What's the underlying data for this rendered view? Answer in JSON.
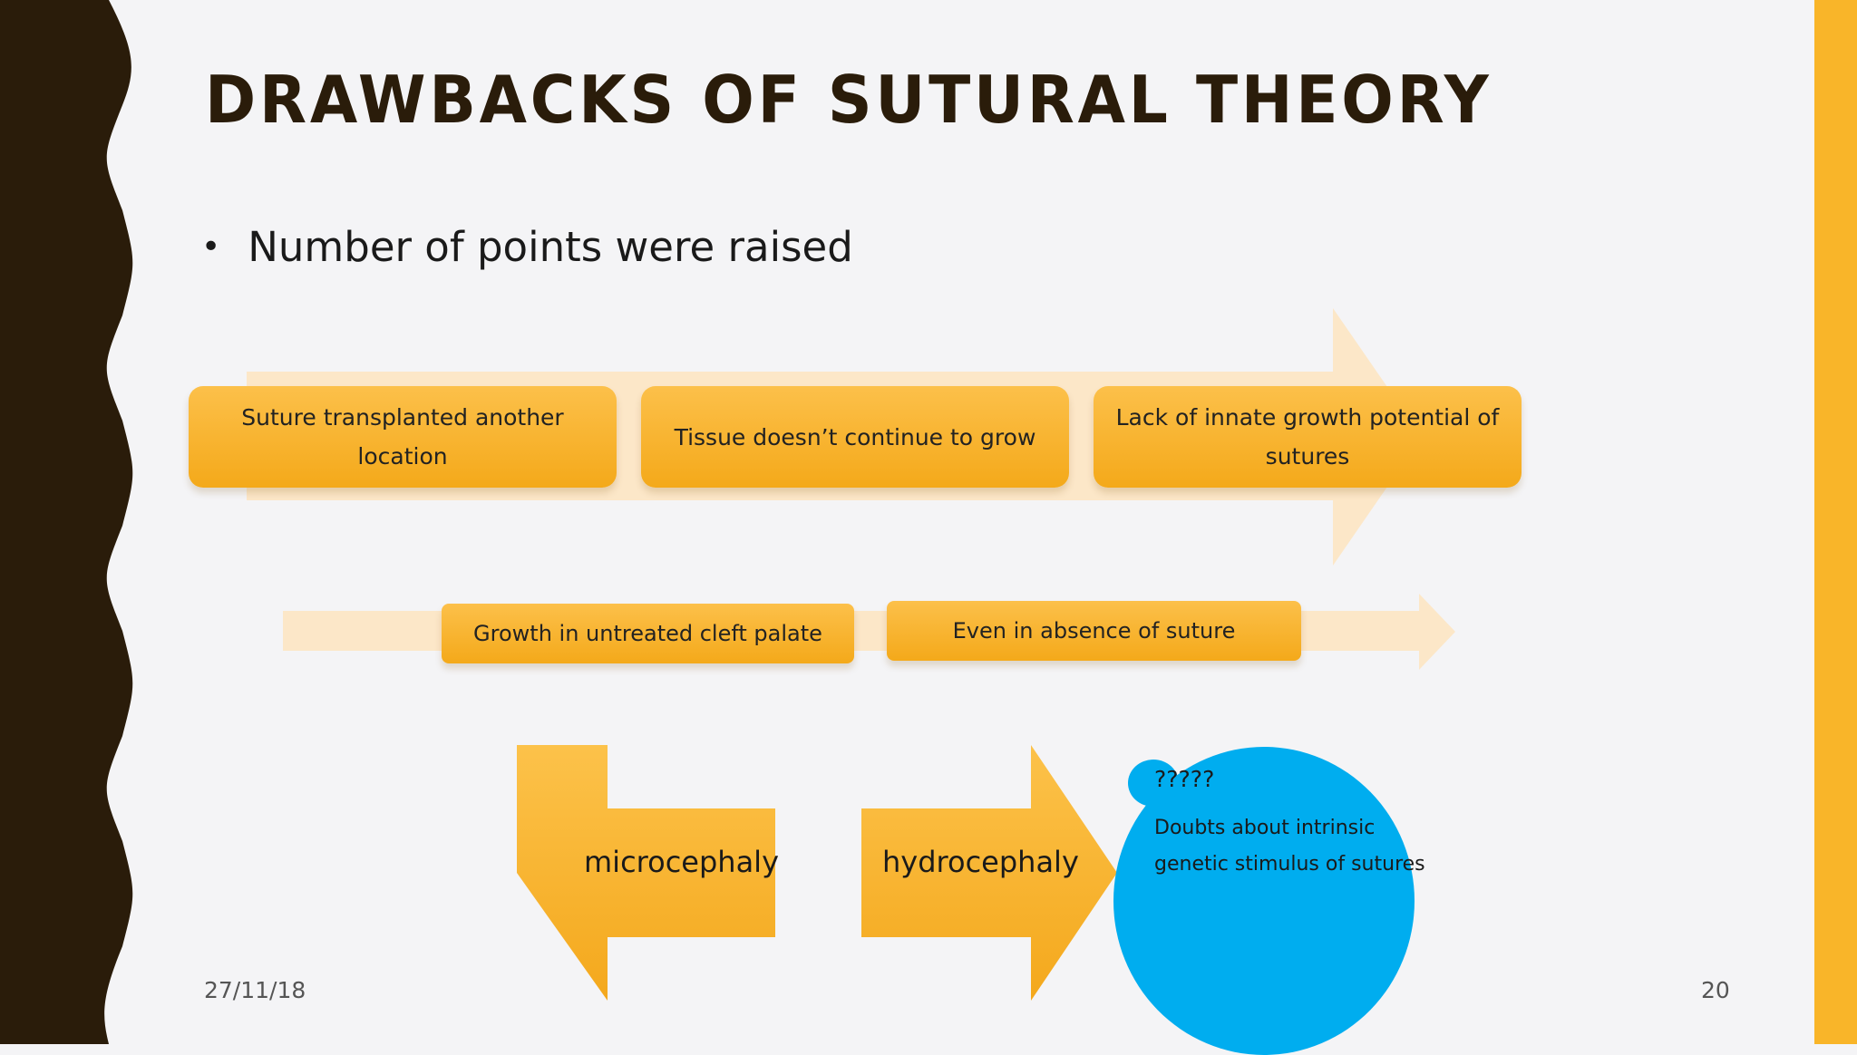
{
  "slide": {
    "title": "DRAWBACKS OF SUTURAL THEORY",
    "bullet": "Number of points were raised",
    "date": "27/11/18",
    "page_number": "20"
  },
  "process_row_1": [
    "Suture transplanted another location",
    "Tissue doesn’t continue to grow",
    "Lack of innate growth potential of sutures"
  ],
  "process_row_2": [
    "Growth in untreated cleft palate",
    "Even in absence of suture"
  ],
  "arrows": {
    "left": "microcephaly",
    "right": "hydrocephaly"
  },
  "callout": {
    "heading": "?????",
    "text": "Doubts about intrinsic genetic stimulus of sutures"
  },
  "colors": {
    "accent": "#f9b529",
    "sidebar": "#2a1c0a",
    "bubble": "#00adef"
  }
}
